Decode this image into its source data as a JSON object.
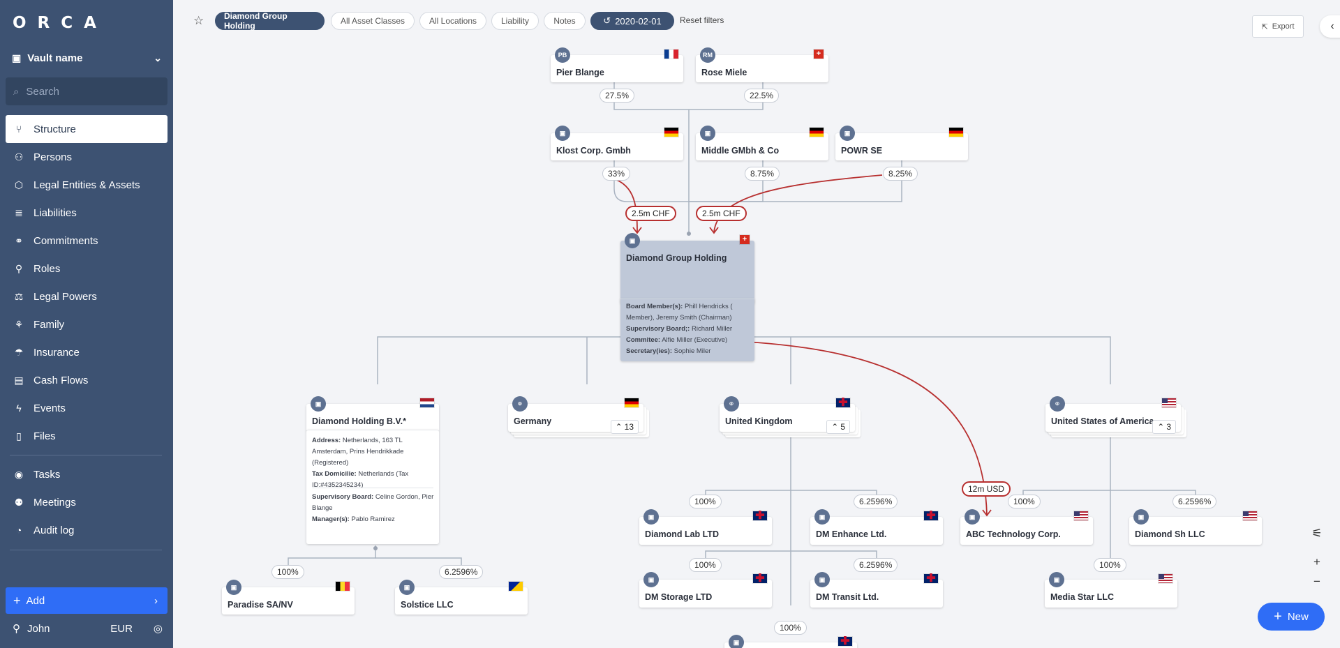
{
  "app": {
    "logo": "ORCA"
  },
  "sidebar": {
    "vault_label": "Vault name",
    "search_placeholder": "Search",
    "items": [
      {
        "label": "Structure",
        "icon": "structure-icon",
        "active": true
      },
      {
        "label": "Persons",
        "icon": "persons-icon"
      },
      {
        "label": "Legal Entities & Assets",
        "icon": "box-icon"
      },
      {
        "label": "Liabilities",
        "icon": "liabilities-icon"
      },
      {
        "label": "Commitments",
        "icon": "handshake-icon"
      },
      {
        "label": "Roles",
        "icon": "roles-icon"
      },
      {
        "label": "Legal Powers",
        "icon": "legal-powers-icon"
      },
      {
        "label": "Family",
        "icon": "family-icon"
      },
      {
        "label": "Insurance",
        "icon": "umbrella-icon"
      },
      {
        "label": "Cash Flows",
        "icon": "cash-icon"
      },
      {
        "label": "Events",
        "icon": "events-icon"
      },
      {
        "label": "Files",
        "icon": "file-icon"
      }
    ],
    "items2": [
      {
        "label": "Tasks",
        "icon": "check-circle-icon"
      },
      {
        "label": "Meetings",
        "icon": "meetings-icon"
      },
      {
        "label": "Audit log",
        "icon": "audit-icon"
      }
    ],
    "add_label": "Add",
    "user_name": "John",
    "currency": "EUR"
  },
  "toolbar": {
    "chips": [
      "Diamond Group Holding",
      "All Asset Classes",
      "All Locations",
      "Liability",
      "Notes"
    ],
    "date": "2020-02-01",
    "reset": "Reset filters",
    "export": "Export"
  },
  "nodes": {
    "pier": {
      "initials": "PB",
      "name": "Pier Blange",
      "flag": "France"
    },
    "rose": {
      "initials": "RM",
      "name": "Rose Miele",
      "flag": "Switzerland"
    },
    "klost": {
      "name": "Klost Corp. Gmbh",
      "flag": "Germany"
    },
    "middle": {
      "name": "Middle GMbh & Co",
      "flag": "Germany"
    },
    "powr": {
      "name": "POWR SE",
      "flag": "Germany"
    },
    "dgh": {
      "name": "Diamond Group Holding",
      "flag": "Switzerland",
      "board_label": "Board Member(s):",
      "board_value": "Phill Hendricks ( Member), Jeremy Smith (Chairman)",
      "supervisory_label": "Supervisory Board;:",
      "supervisory_value": "Richard Miller",
      "commitee_label": "Commitee:",
      "commitee_value": "Alfie Miller (Executive)",
      "secretary_label": "Secretary(ies):",
      "secretary_value": "Sophie Miler"
    },
    "dhbv": {
      "name": "Diamond Holding B.V.*",
      "flag": "Netherlands",
      "address_label": "Address:",
      "address_value": "Netherlands, 163 TL Amsterdam, Prins Hendrikkade (Registered)",
      "tax_label": "Tax Domicilie:",
      "tax_value": " Netherlands (Tax ID:#4352345234)",
      "supervisory_label": "Supervisory Board:",
      "supervisory_value": "Celine Gordon, Pier Blange",
      "manager_label": "Manager(s):",
      "manager_value": "Pablo Ramirez"
    },
    "germany": {
      "name": "Germany",
      "flag": "Germany",
      "count": "13"
    },
    "uk": {
      "name": "United Kingdom",
      "flag": "United Kingdom",
      "count": "5"
    },
    "usa": {
      "name": "United States of America",
      "flag": "United States",
      "count": "3"
    },
    "lab": {
      "name": "Diamond Lab LTD",
      "flag": "United Kingdom"
    },
    "enhance": {
      "name": "DM Enhance Ltd.",
      "flag": "United Kingdom"
    },
    "abc": {
      "name": "ABC Technology Corp.",
      "flag": "United States"
    },
    "dsh": {
      "name": "Diamond Sh LLC",
      "flag": "United States"
    },
    "storage": {
      "name": "DM Storage LTD",
      "flag": "United Kingdom"
    },
    "transit": {
      "name": "DM Transit Ltd.",
      "flag": "United Kingdom"
    },
    "media": {
      "name": "Media Star LLC",
      "flag": "United States"
    },
    "paradise": {
      "name": "Paradise SA/NV",
      "flag": "Belgium"
    },
    "solstice": {
      "name": "Solstice LLC",
      "flag": "Bosnia and Herzegovina"
    }
  },
  "percentages": {
    "pier_dgh": "27.5%",
    "rose_dgh": "22.5%",
    "klost_dgh": "33%",
    "middle_dgh": "8.75%",
    "powr_dgh": "8.25%",
    "uk_lab": "100%",
    "uk_enhance": "6.2596%",
    "usa_abc": "100%",
    "usa_dsh": "6.2596%",
    "lab_storage": "100%",
    "enhance_transit": "6.2596%",
    "usa_media": "100%",
    "dhbv_paradise": "100%",
    "dhbv_solstice": "6.2596%",
    "bottom": "100%"
  },
  "amounts": {
    "klost_loan": "2.5m CHF",
    "powr_loan": "2.5m CHF",
    "abc_loan": "12m USD"
  },
  "new_button": "New",
  "colors": {
    "sidebar": "#3d5272",
    "accent": "#2f6df6",
    "liability": "#b72f2f",
    "selected_card": "#bfc8d8"
  }
}
